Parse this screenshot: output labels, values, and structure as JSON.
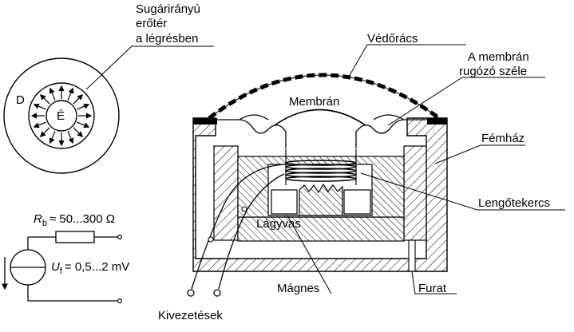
{
  "inset": {
    "field_label_lines": [
      "Sugárirányú",
      "erőtér",
      "a légrésben"
    ],
    "outer_label": "D",
    "inner_label": "É"
  },
  "circuit": {
    "resistance_label": "≈ 50...300 Ω",
    "resistance_symbol": "R",
    "resistance_subscript": "b",
    "voltage_label": "= 0,5...2 mV",
    "voltage_symbol": "U",
    "voltage_subscript": "f"
  },
  "labels": {
    "grille": "Védőrács",
    "membrane_edge_line1": "A membrán",
    "membrane_edge_line2": "rugózó széle",
    "membrane": "Membrán",
    "housing": "Fémház",
    "moving_coil": "Lengőtekercs",
    "soft_iron": "Lágyvas",
    "magnet": "Mágnes",
    "vent_hole": "Furat",
    "terminals": "Kivezetések"
  }
}
